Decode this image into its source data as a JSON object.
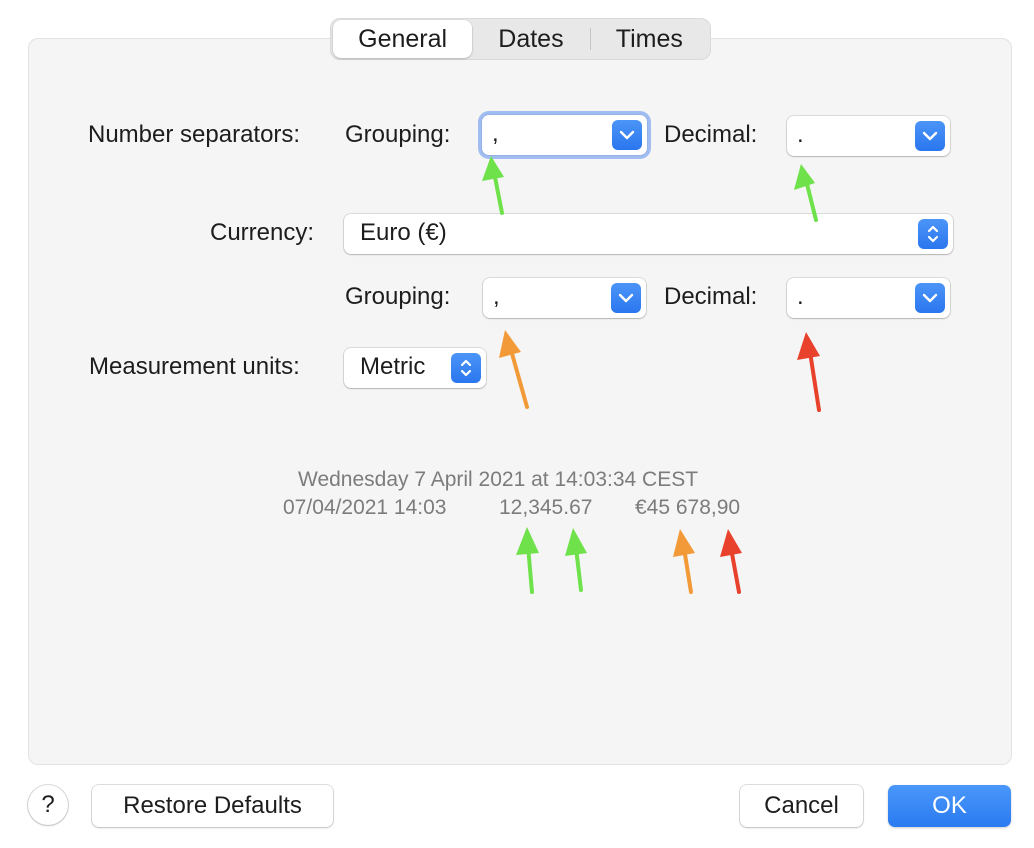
{
  "tabs": {
    "general": "General",
    "dates": "Dates",
    "times": "Times",
    "selected": "General"
  },
  "number_separators": {
    "label": "Number separators:",
    "grouping_label": "Grouping:",
    "grouping_value": ",",
    "decimal_label": "Decimal:",
    "decimal_value": "."
  },
  "currency": {
    "label": "Currency:",
    "value": "Euro (€)",
    "grouping_label": "Grouping:",
    "grouping_value": ",",
    "decimal_label": "Decimal:",
    "decimal_value": "."
  },
  "measurement": {
    "label": "Measurement units:",
    "value": "Metric"
  },
  "preview": {
    "long_date": "Wednesday 7 April 2021 at 14:03:34 CEST",
    "short_date": "07/04/2021 14:03",
    "number": "12,345.67",
    "currency": "€45 678,90"
  },
  "buttons": {
    "help": "?",
    "restore": "Restore Defaults",
    "cancel": "Cancel",
    "ok": "OK"
  },
  "icons": {
    "popup_chevron": "chevron-down-icon",
    "popup_stepper": "up-down-chevron-icon"
  },
  "colors": {
    "accent": "#2a76ee",
    "annotation_green": "#6fe14a",
    "annotation_orange": "#f39a38",
    "annotation_red": "#e8412c"
  }
}
